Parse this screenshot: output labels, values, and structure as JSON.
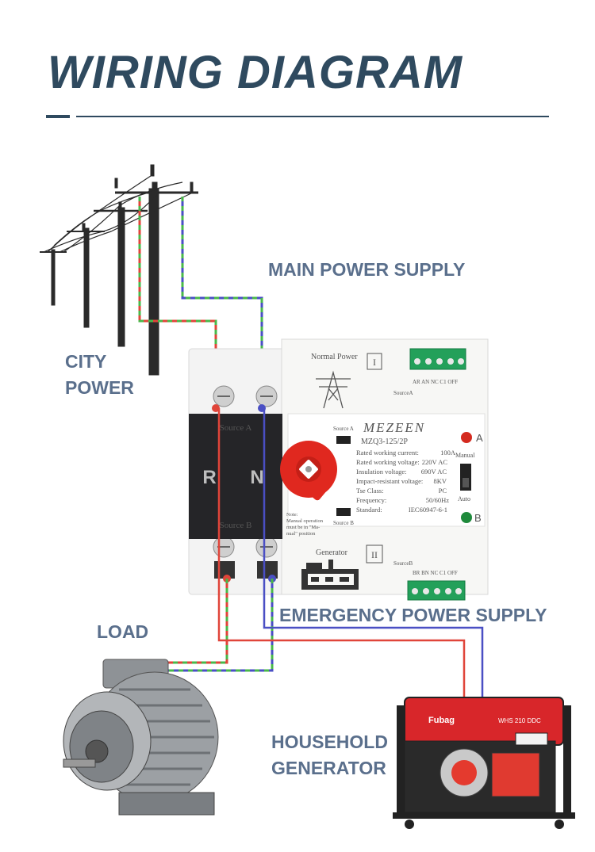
{
  "title": "WIRING DIAGRAM",
  "labels": {
    "main_power": "MAIN POWER SUPPLY",
    "city_power_1": "CITY",
    "city_power_2": "POWER",
    "emergency": "EMERGENCY POWER SUPPLY",
    "load": "LOAD",
    "generator_1": "HOUSEHOLD",
    "generator_2": "GENERATOR"
  },
  "device": {
    "brand": "MEZEEN",
    "model": "MZQ3-125/2P",
    "normal_power": "Normal Power",
    "normal_roman": "I",
    "generator": "Generator",
    "generator_roman": "II",
    "source_a_top": "Source A",
    "source_b_bottom": "Source B",
    "pole_r": "R",
    "pole_n": "N",
    "source_a_small": "Source A",
    "source_b_small": "Source B",
    "terminal_a_labels": "AR  AN  NC  C1  OFF",
    "terminal_a_name": "SourceA",
    "terminal_b_labels": "BR  BN  NC  C1  OFF",
    "terminal_b_name": "SourceB",
    "indicator_a": "A",
    "indicator_b": "B",
    "manual": "Manual",
    "auto": "Auto",
    "note_lines": [
      "Note:",
      "Manual operation",
      "must be in \"Ma-",
      "nual\" position"
    ],
    "specs": [
      {
        "k": "Rated working current:",
        "v": "100A"
      },
      {
        "k": "Rated working voltage:",
        "v": "220V AC"
      },
      {
        "k": "Insulation voltage:",
        "v": "690V AC"
      },
      {
        "k": "Impact-resistant voltage:",
        "v": "8KV"
      },
      {
        "k": "Tse Class:",
        "v": "PC"
      },
      {
        "k": "Frequency:",
        "v": "50/60Hz"
      },
      {
        "k": "Standard:",
        "v": "IEC60947-6-1"
      }
    ]
  },
  "generator_unit": {
    "brand": "Fubag",
    "model": "WHS 210 DDC"
  },
  "colors": {
    "title": "#2f4a5f",
    "label": "#5a6f8c",
    "wire_red": "#e0453a",
    "wire_green": "#49b84a",
    "wire_blue": "#4a4fc4",
    "handle": "#e0281f"
  }
}
